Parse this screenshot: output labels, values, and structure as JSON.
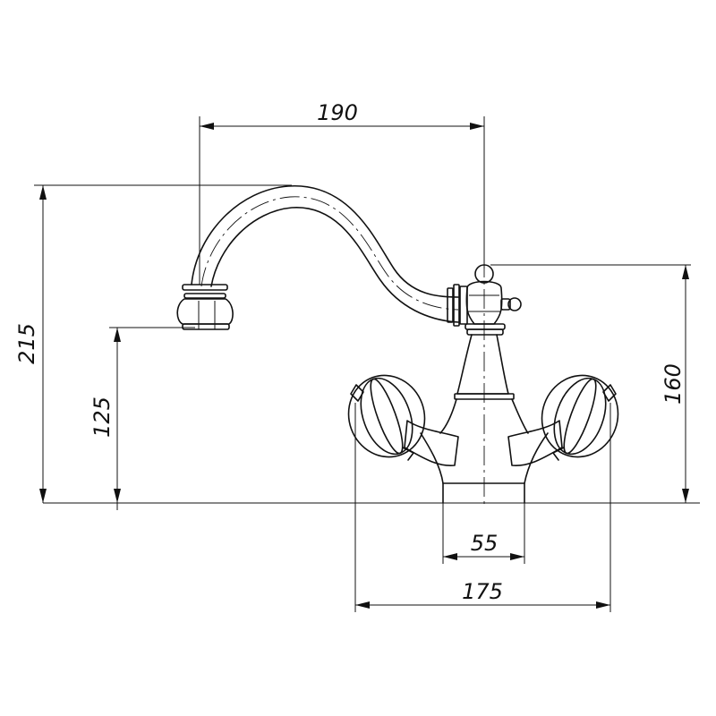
{
  "drawing": {
    "dimensions": {
      "spout_reach": "190",
      "total_height": "215",
      "spout_height": "125",
      "body_height": "160",
      "inlet_spacing": "55",
      "handle_span": "175"
    },
    "line_color": "#111111",
    "background_color": "#ffffff"
  }
}
